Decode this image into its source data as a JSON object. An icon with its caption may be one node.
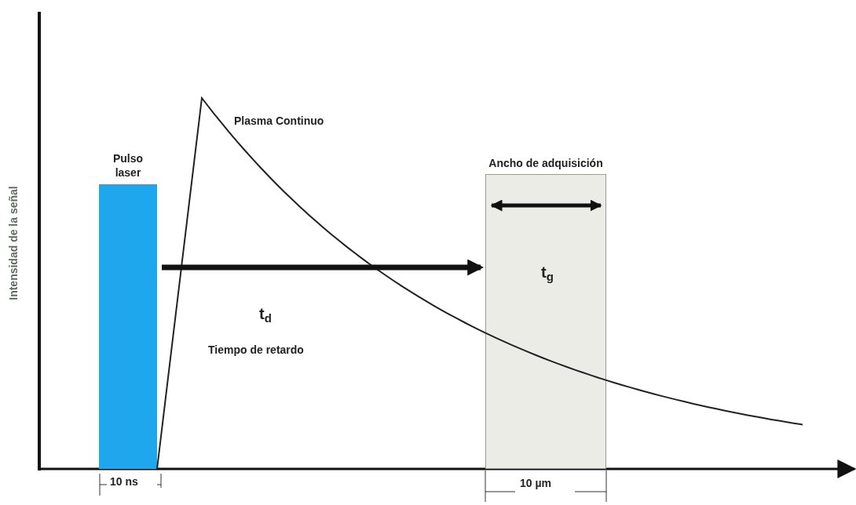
{
  "diagram": {
    "nodes": [
      {
        "text": [
          "Pulso laser"
        ]
      },
      {
        "text": [
          "Ancho de adquisición",
          "t$_{g}$"
        ]
      }
    ],
    "edges": [
      {
        "from": 0,
        "to": 1,
        "arrow": "to"
      }
    ],
    "labels": [
      "Intensidad de la señal",
      "Plasma Continuo",
      "t$_{d}$",
      "Tiempo de retardo",
      "10 ns",
      "10 µm"
    ]
  }
}
